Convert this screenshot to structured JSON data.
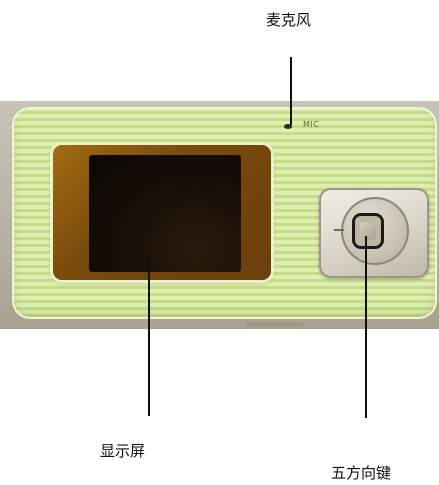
{
  "labels": {
    "microphone": "麦克风",
    "display_screen": "显示屏",
    "five_way_key": "五方向键",
    "mic_marking": "MIC"
  },
  "colors": {
    "device_body": "#d5e8a2",
    "stripe_light": "#dfefb2",
    "stripe_dark": "#c6dc86",
    "screen_bezel": "#a16c12",
    "screen_glass": "#150d07",
    "dpad_housing": "#d8d2c6",
    "leader_line": "#111111"
  }
}
